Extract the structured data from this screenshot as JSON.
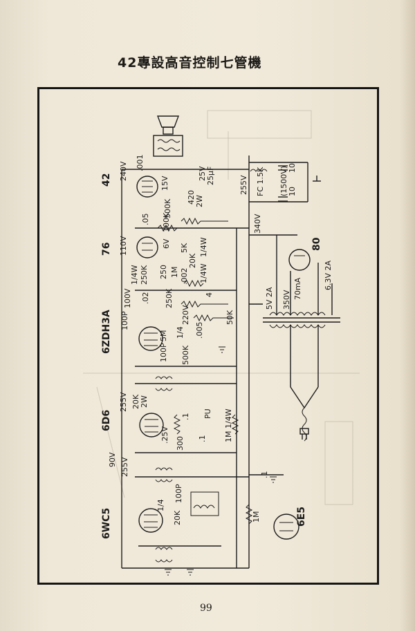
{
  "title": "42專設高音控制七管機",
  "page_number": "99",
  "tubes": [
    "42",
    "76",
    "6ZDH3A",
    "6D6",
    "6WC5",
    "80",
    "6E5"
  ],
  "labels": {
    "l_240v": "240V",
    "l_001": ".001",
    "l_15v": "15V",
    "l_25v": "25V",
    "l_25uf": "25μF",
    "l_420": "420",
    "l_2w": "2W",
    "l_500k_a": "500K",
    "l_05": ".05",
    "l_100k": "100K",
    "l_255v_a": "255V",
    "l_fc15k": "FC 1.5K",
    "l_10a": "10",
    "l_1500v": "(1500V)",
    "l_10b": "10",
    "l_340v": "340V",
    "l_110v": "110V",
    "l_6v": "6V",
    "l_5k": "5K",
    "l_1_4w_a": "1/4W",
    "l_20k_a": "20K",
    "l_14w_b": "1/4W",
    "l_250k_a": "250K",
    "l_1m_a": "1M",
    "l_250_a": "250",
    "l_002": ".002",
    "l_14w_c": "1/4W",
    "l_80": "80",
    "l_5v2a": "5V 2A",
    "l_350v": "350V",
    "l_70ma": "70mA",
    "l_63v2a": "6.3V 2A",
    "l_100v": "100V",
    "l_02": ".02",
    "l_250k_b": "250K",
    "l_4": "4",
    "l_100p_a": "100P",
    "l_220v": "220V",
    "l_50k": "50K",
    "l_005": ".005",
    "l_5m": "5M",
    "l_14_a": "1/4",
    "l_100p_b": "100P",
    "l_500k_b": "500K",
    "l_255v_b": "255V",
    "l_20k_b": "20K",
    "l_2w_b": "2W",
    "l_pu": "PU",
    "l_1m14w": "1M 1/4W",
    "l_25v_b": ".25V",
    "l_300": "300",
    "l_1_a": ".1",
    "l_1_b": ".1",
    "l_1_c": ".1",
    "l_90v": "90V",
    "l_255v_c": "255V",
    "l_100p_c": "100P",
    "l_14_b": "1/4",
    "l_20k_c": "20K",
    "l_1m_b": "1M"
  }
}
